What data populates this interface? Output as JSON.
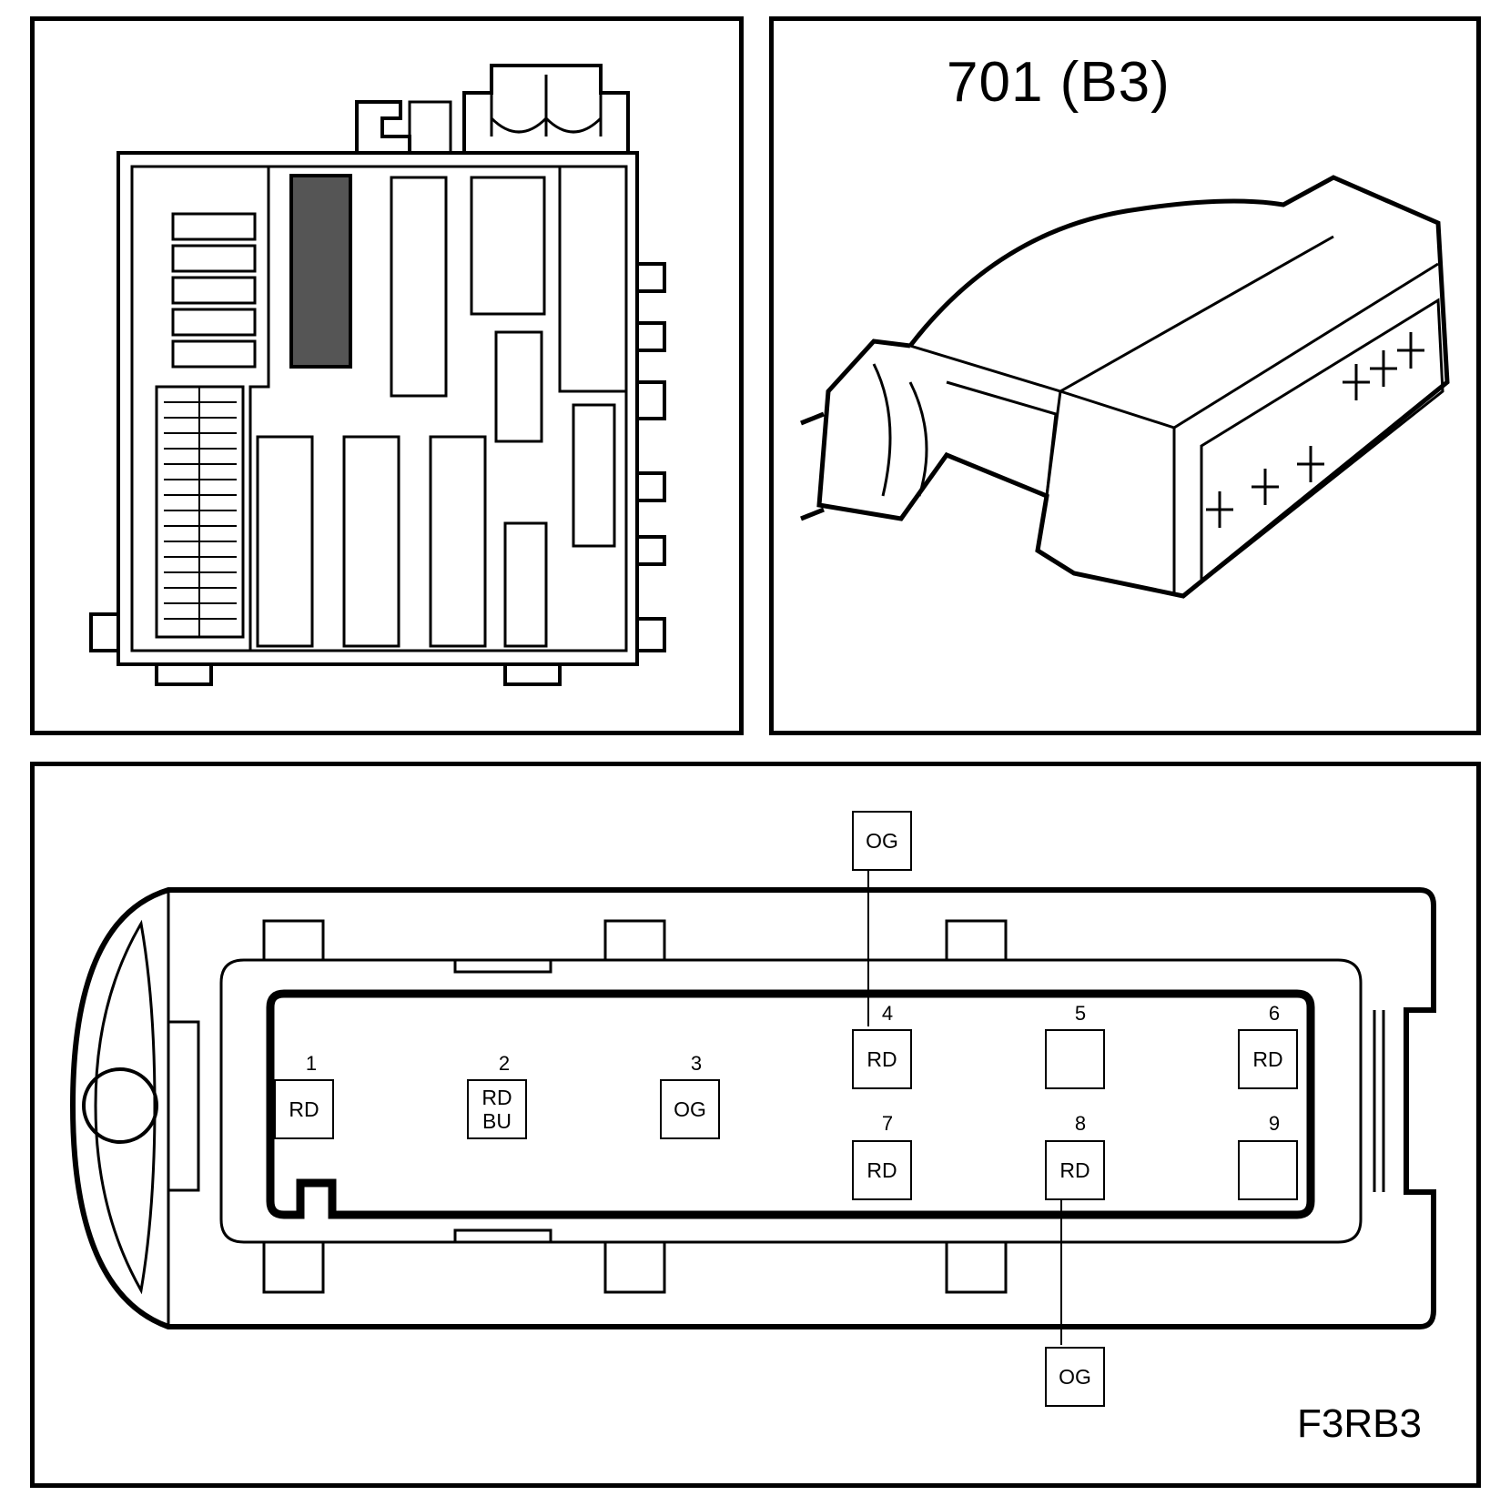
{
  "connector": {
    "title": "701 (B3)"
  },
  "figure": {
    "code": "F3RB3"
  },
  "pins": [
    {
      "number": "1",
      "colors": [
        "RD"
      ]
    },
    {
      "number": "2",
      "colors": [
        "RD",
        "BU"
      ]
    },
    {
      "number": "3",
      "colors": [
        "OG"
      ]
    },
    {
      "number": "4",
      "colors": [
        "RD"
      ]
    },
    {
      "number": "5",
      "colors": []
    },
    {
      "number": "6",
      "colors": [
        "RD"
      ]
    },
    {
      "number": "7",
      "colors": [
        "RD"
      ]
    },
    {
      "number": "8",
      "colors": [
        "RD"
      ]
    },
    {
      "number": "9",
      "colors": []
    }
  ],
  "external_wires": [
    {
      "label": "OG",
      "connects_to_pin": "4"
    },
    {
      "label": "OG",
      "connects_to_pin": "8"
    }
  ]
}
